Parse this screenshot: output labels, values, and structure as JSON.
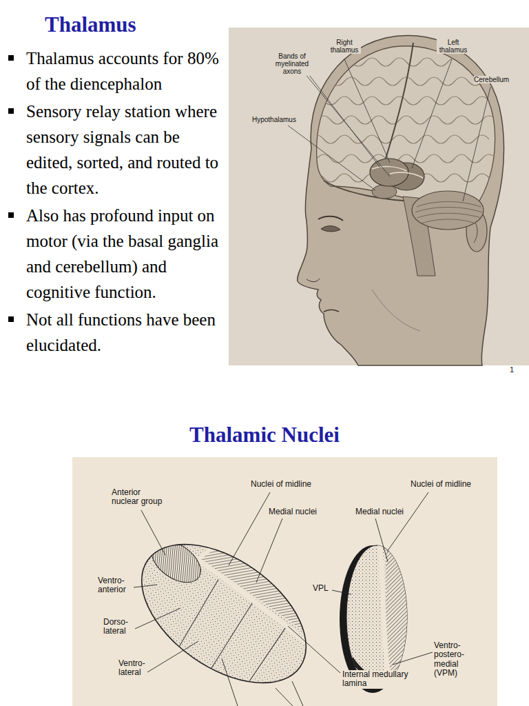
{
  "diagram": {
    "title": "Thalamus",
    "labels": [
      "Thalamus accounts for 80% of the diencephalon",
      "Sensory relay station where sensory signals can be edited, sorted, and routed to the cortex.",
      "Also has profound input on motor (via the basal ganglia and cerebellum) and cognitive function.",
      "Not all functions have been elucidated.",
      "Right thalamus",
      "Left thalamus",
      "Bands of myelinated axons",
      "Cerebellum",
      "Hypothalamus",
      "1",
      "Thalamic Nuclei",
      "Nuclei of midline",
      "Nuclei of midline",
      "Anterior nuclear group",
      "Medial nuclei",
      "Medial nuclei",
      "Ventro- anterior",
      "VPL",
      "Dorso- lateral",
      "Ventro- lateral",
      "Internal medullary lamina",
      "Ventro- postero- medial (VPM)"
    ]
  }
}
